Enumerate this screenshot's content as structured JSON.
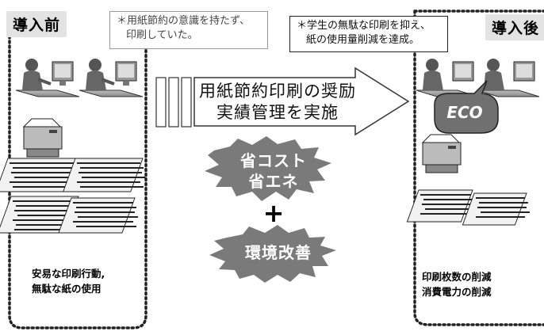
{
  "before": {
    "label": "導入前",
    "note_lines": [
      "＊用紙節約の意識を持たず、",
      "印刷していた。"
    ],
    "caption_lines": [
      "安易な印刷行動,",
      "無駄な紙の使用"
    ]
  },
  "after": {
    "label": "導入後",
    "note_lines": [
      "＊学生の無駄な印刷を抑え、",
      "紙の使用量削減を達成。"
    ],
    "caption_lines": [
      "印刷枚数の削減",
      "消費電力の削減"
    ],
    "eco_text": "ECO"
  },
  "center": {
    "arrow_lines": [
      "用紙節約印刷の奨励",
      "実績管理を実施"
    ],
    "burst1_lines": [
      "省コスト",
      "省エネ"
    ],
    "plus": "+",
    "burst2_text": "環境改善"
  },
  "colors": {
    "panel_border": "#222222",
    "label_bg": "#e3e3e3",
    "burst_fill": "#7a7a7a"
  }
}
